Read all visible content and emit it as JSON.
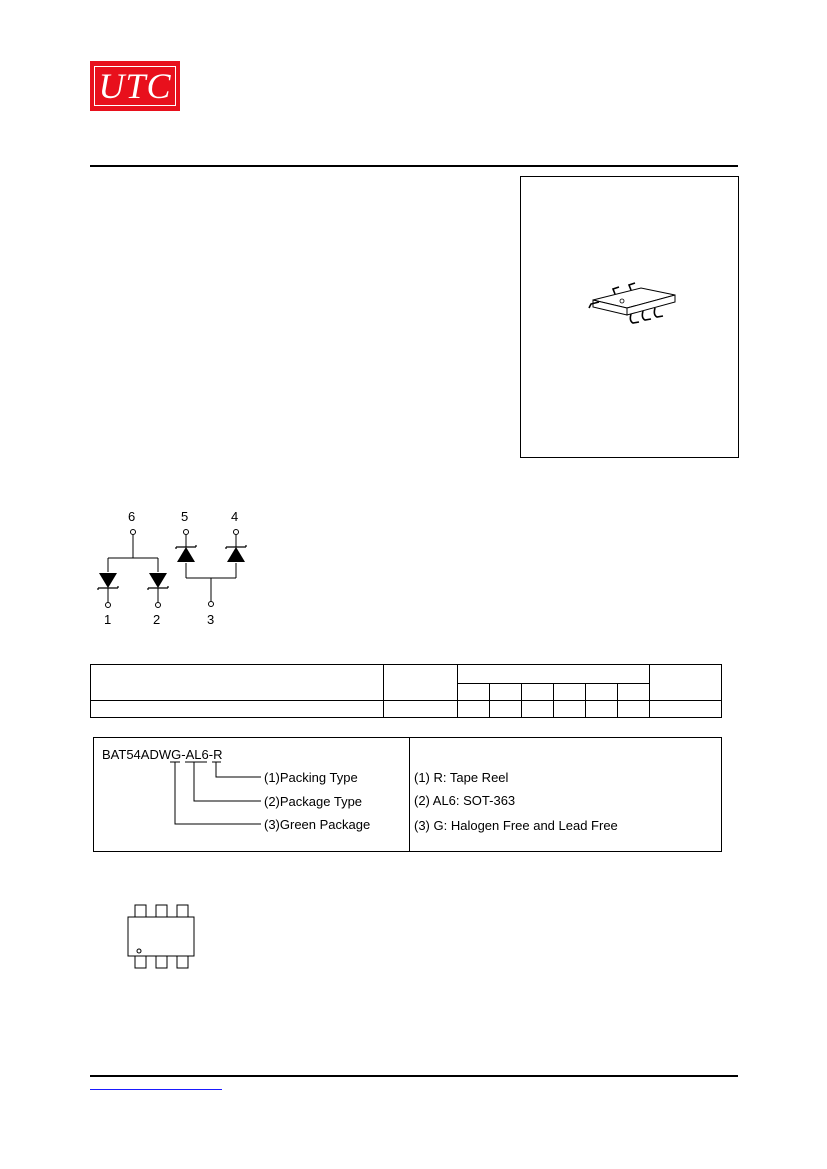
{
  "header": {
    "logo_text": "UTC",
    "logo_color": "#e8101c"
  },
  "schematic": {
    "top_pins": [
      "6",
      "5",
      "4"
    ],
    "bottom_pins": [
      "1",
      "2",
      "3"
    ]
  },
  "ordering": {
    "part_number_parts": [
      "BAT54ADW",
      "G",
      "-",
      "AL6",
      "-",
      "R"
    ],
    "fields": [
      "(1)Packing Type",
      "(2)Package Type",
      "(3)Green Package"
    ],
    "descriptions": [
      "(1) R: Tape Reel",
      "(2) AL6: SOT-363",
      "(3) G: Halogen Free and Lead Free"
    ]
  }
}
